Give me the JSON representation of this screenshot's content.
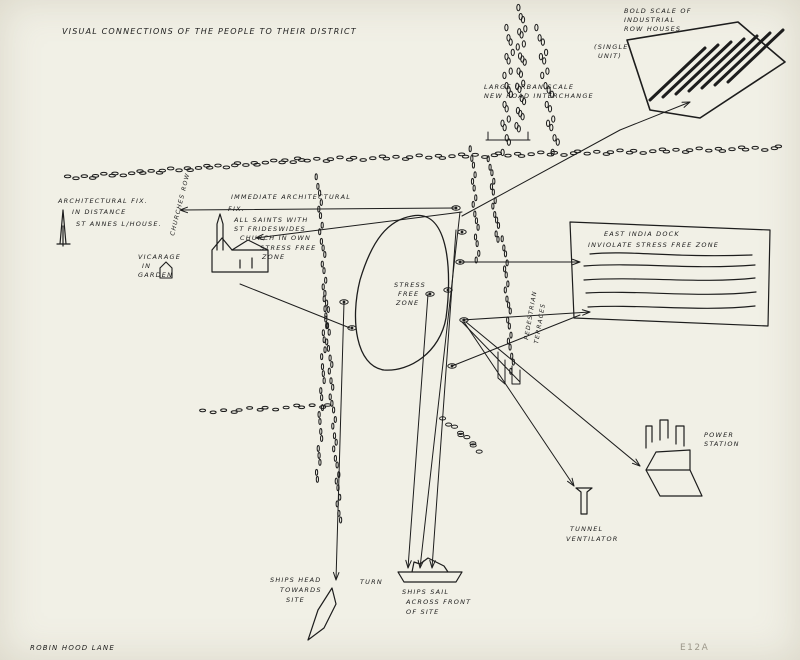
{
  "title": "VISUAL CONNECTIONS OF THE PEOPLE TO THEIR DISTRICT",
  "labels": {
    "row_houses": [
      "BOLD SCALE OF",
      "INDUSTRIAL",
      "ROW HOUSES",
      "(SINGLE",
      "UNIT)"
    ],
    "interchange": [
      "LARGE URBAN SCALE",
      "NEW ROAD INTERCHANGE"
    ],
    "arch_feature": [
      "ARCHITECTURAL FIX.",
      "IN DISTANCE"
    ],
    "st_annes": "ST ANNES L/HOUSE.",
    "churches": "CHURCHES ROW",
    "immediate_arch": [
      "IMMEDIATE ARCHITECTURAL",
      "FIX."
    ],
    "all_saints": [
      "ALL SAINTS WITH",
      "ST FRIDESWIDES"
    ],
    "church_own": [
      "CHURCH IN OWN",
      "STRESS FREE",
      "ZONE"
    ],
    "vicarage": [
      "VICARAGE",
      "IN",
      "GARDEN"
    ],
    "stress_zone": [
      "STRESS",
      "FREE",
      "ZONE"
    ],
    "east_india": [
      "EAST INDIA DOCK",
      "INVIOLATE STRESS FREE ZONE"
    ],
    "pedestrian": [
      "PEDESTRIAN",
      "TERRACES"
    ],
    "power": [
      "POWER",
      "STATION"
    ],
    "tunnel": [
      "TUNNEL",
      "VENTILATOR"
    ],
    "ships_head": [
      "SHIPS HEAD",
      "TOWARDS",
      "SITE"
    ],
    "turn": "TURN",
    "ships_sail": [
      "SHIPS SAIL",
      "ACROSS FRONT",
      "OF SITE"
    ],
    "robin_hood": "ROBIN HOOD LANE",
    "catalogue": "E12A"
  },
  "colors": {
    "ink": "#1d1d1d",
    "paper": "#f1f0e6",
    "pencil": "#9c978a"
  }
}
